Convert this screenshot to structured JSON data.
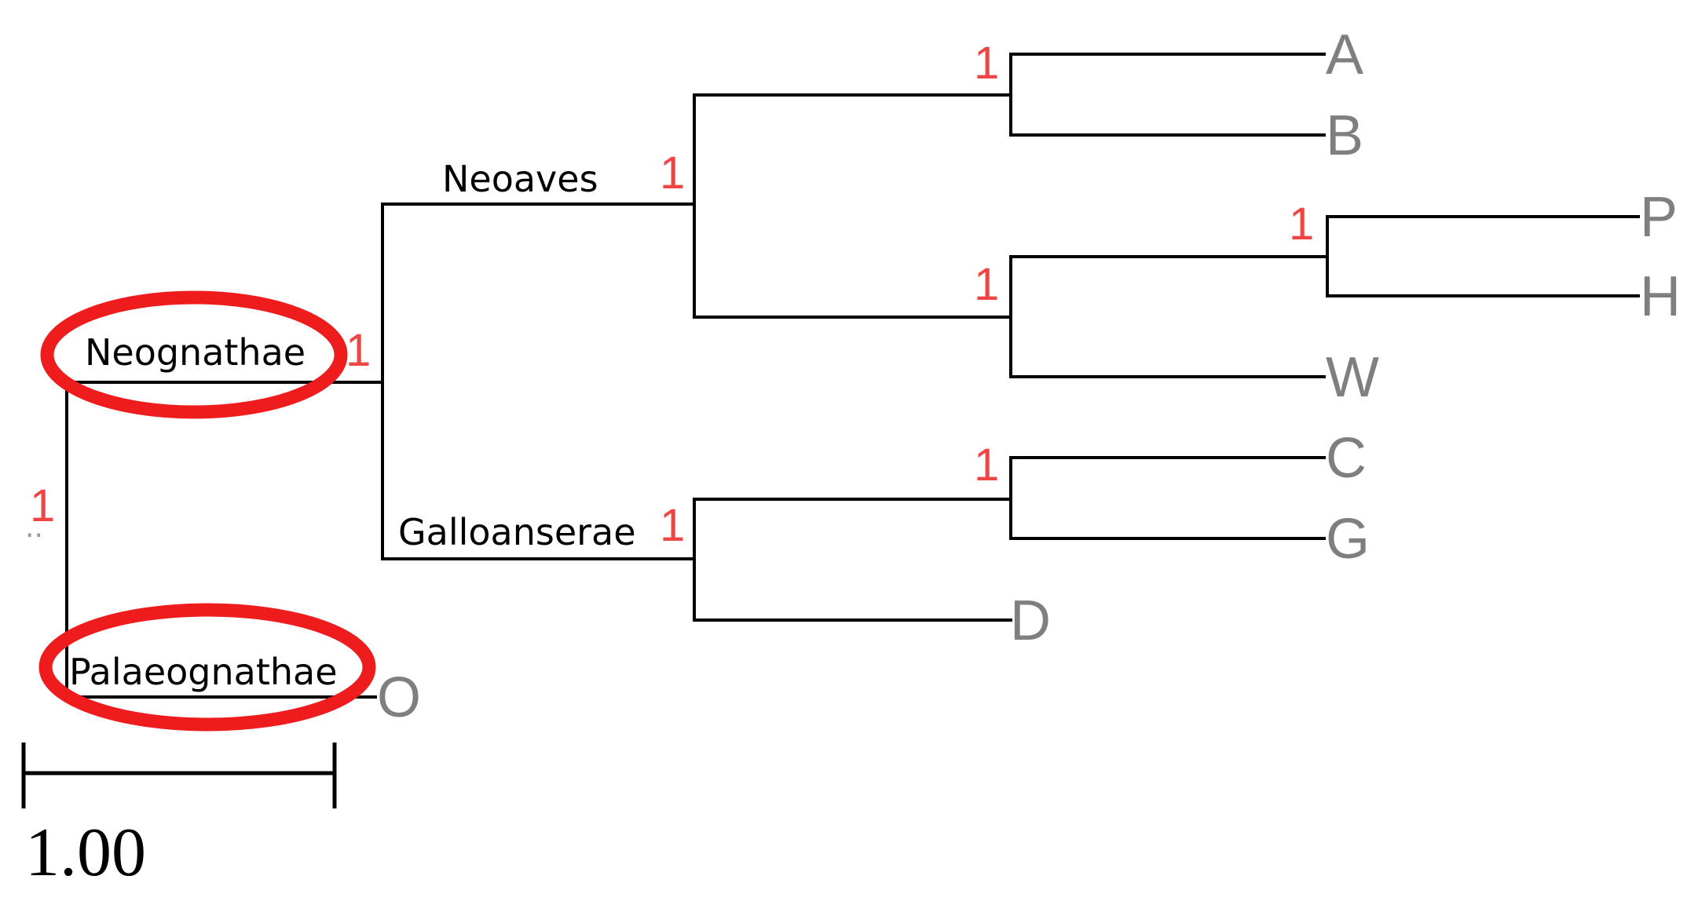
{
  "tree": {
    "root_support": "1",
    "tips": {
      "A": "A",
      "B": "B",
      "P": "P",
      "H": "H",
      "W": "W",
      "C": "C",
      "G": "G",
      "D": "D",
      "O": "O"
    },
    "clades": {
      "neoaves": "Neoaves",
      "galloanserae": "Galloanserae",
      "neognathae": "Neognathae",
      "palaeognathae": "Palaeognathae"
    },
    "supports": {
      "ab": "1",
      "ph": "1",
      "phw": "1",
      "neoaves": "1",
      "cg": "1",
      "galloanserae": "1",
      "neognathae": "1"
    },
    "highlight_color": "#ee1c1c",
    "support_color": "#ef4545",
    "tip_color": "#7f7f7f"
  },
  "scale_bar": {
    "label": "1.00"
  }
}
